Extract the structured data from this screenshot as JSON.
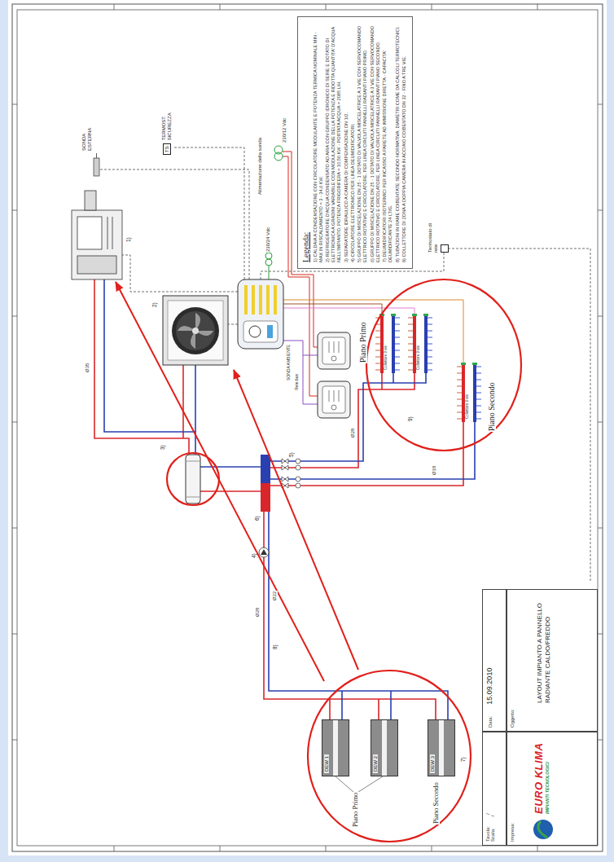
{
  "diagram": {
    "nodes": [
      {
        "text": [
          "Legenda:",
          "1) CALDAIA A CONDENSAZIONE CON CIRCOLATORE MODULANTE E POTENZA TERMICA NOMINALE MIN - MAX IN RISCALDAMENTO = 3 - 34,6 KW.",
          "2) REFRIGERATORE D'ACQUA CONDENSATO AD ARIA CON GRUPPO IDRONICO DI SERIE E DOTATO DI ELETTRONICA A GRADINI VARIABILE CON MODULAZIONE DELLA POTENZA E RIDOTTA QUANTITA' D'ACQUA NELL'IMPIANTO. POTENZA FRIGORIFERA = 10,50 KW - PORTATA ACQUA = 2085 L/H.",
          "3) SEPARATORE IDRAULICO A CAMERA DI COMPENSAZIONE DN 1/2.",
          "4) CIRCOLATORE ELETTRONICO PER LINEA DEUMIDIFICATORI.",
          "5) GRUPPO DI MISCELAZIONE DN 25 - 1 DOTATO DI VALVOLA MISCELATRICE A 3 VIE CON SERVOCOMANDO ELETTRICO ROTATIVO E CIRCOLATORE, PER LINEA CIRCUITI PANNELLI RADIANTI PIANO PRIMO.",
          "6) GRUPPO DI MISCELAZIONE DN 25 - 1 DOTATO DI VALVOLA MISCELATRICE A 3 VIE CON SERVOCOMANDO ELETTRICO ROTATIVO E CIRCOLATORE, PER LINEA CIRCUITI PANNELLI RADIANTI PIANO SECONDO.",
          "7) DEUMIDIFICATORI ISOTERMICI PER INCASSO A PARETE AD IMMISSIONE DIRETTA - CAPACITA' DEUMIDIFICANTE 24 LT/G.",
          "8) TUBAZIONI IN RAME COIBENTATE SECONDO NORMATIVA. DIAMETRI COME DA CALCOLI TERMOTECNICI.",
          "9) COLLETTORE DI ZONA A DOPPIA CAMERA IN ACCIAIO COIBENTATO DN 32 - FINO A TRE VIE."
        ]
      },
      {
        "text": [
          "Tavola:",
          "/",
          "Scala:",
          "/"
        ]
      },
      {
        "text": [
          "Data:",
          "15.09.2010"
        ]
      },
      {
        "text": [
          "Impresa:",
          "EURO KLIMA",
          "IMPIANTI TECNOLOGICI"
        ]
      },
      {
        "text": [
          "Oggetto:",
          "LAYOUT IMPIANTO A PANNELLO RADIANTE CALDO/FREDDO"
        ]
      },
      {
        "text": [
          "TERMOST. SICUREZZA",
          "TS"
        ]
      },
      {
        "text": [
          "Termostato di rete"
        ]
      },
      {
        "text": [
          "DEW 1"
        ]
      },
      {
        "text": [
          "DEW 2"
        ]
      },
      {
        "text": [
          "DEW 3"
        ]
      }
    ],
    "labels": [
      "SONDA ESTERNA",
      "1)",
      "2)",
      "Alimentazione della sonda",
      "230/12 Vdc",
      "Rete bus",
      "SONDA AMBIENTE",
      "230/24 Vdc",
      "3)",
      "4)",
      "5)",
      "6)",
      "Ø35",
      "Ø28",
      "Ø28",
      "Ø22",
      "Ø18",
      "8)",
      "Piano Primo",
      "Piano Secondo",
      "Collettore 9 vie",
      "Collettore 9 vie",
      "Collettore 9 vie",
      "9)",
      "Piano Primo",
      "Piano Secondo",
      "7)"
    ]
  }
}
